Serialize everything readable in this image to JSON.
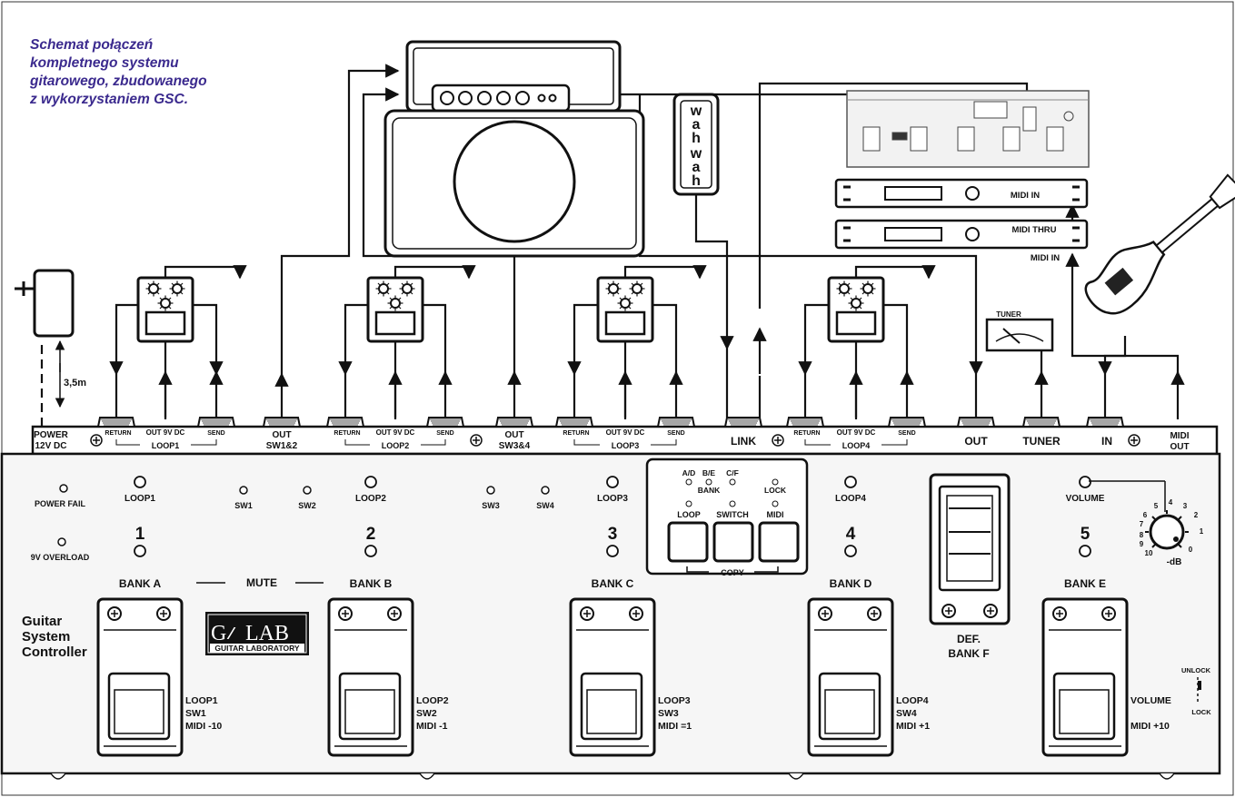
{
  "caption": [
    "Schemat połączeń",
    "kompletnego systemu",
    "gitarowego, zbudowanego",
    "z wykorzystaniem GSC."
  ],
  "colors": {
    "caption": "#3b2a8e",
    "line": "#111111",
    "panel": "#f6f6f6"
  },
  "icons": [
    "power-adapter-icon",
    "effect-pedal-icon",
    "amplifier-head-icon",
    "speaker-cabinet-icon",
    "wah-pedal-icon",
    "midi-controller-icon",
    "rack-unit-icon",
    "electric-guitar-icon",
    "tuner-icon",
    "volume-knob-icon",
    "footswitch-icon",
    "expression-pedal-icon"
  ],
  "labels": {
    "cable_length": "3,5m",
    "wah": [
      "w",
      "a",
      "h",
      "w",
      "a",
      "h"
    ],
    "tuner_device": "TUNER",
    "rack1_port": "MIDI IN",
    "rack2_thru": "MIDI THRU",
    "rack2_in": "MIDI IN"
  },
  "jacks": {
    "power": [
      "POWER",
      "12V DC"
    ],
    "return": "RETURN",
    "out9v": "OUT 9V DC",
    "send": "SEND",
    "loops": [
      "LOOP1",
      "LOOP2",
      "LOOP3",
      "LOOP4"
    ],
    "out12": [
      "OUT",
      "SW1&2"
    ],
    "out34": [
      "OUT",
      "SW3&4"
    ],
    "link": "LINK",
    "out": "OUT",
    "tuner": "TUNER",
    "in": "IN",
    "midi_out": [
      "MIDI",
      "OUT"
    ]
  },
  "panel": {
    "power_fail": "POWER FAIL",
    "overload": "9V OVERLOAD",
    "loop_leds": [
      "LOOP1",
      "LOOP2",
      "LOOP3",
      "LOOP4",
      "VOLUME"
    ],
    "sw_leds": [
      "SW1",
      "SW2",
      "SW3",
      "SW4"
    ],
    "numbers": [
      "1",
      "2",
      "3",
      "4",
      "5"
    ],
    "banks": [
      "BANK A",
      "BANK B",
      "BANK C",
      "BANK D",
      "BANK E"
    ],
    "mute": "MUTE",
    "control": {
      "ad": "A/D",
      "be": "B/E",
      "cf": "C/F",
      "bank": "BANK",
      "lock": "LOCK",
      "loop": "LOOP",
      "switch": "SWITCH",
      "midi": "MIDI",
      "copy": "COPY"
    },
    "volume_scale": [
      "5",
      "4",
      "3",
      "2",
      "6",
      "1",
      "7",
      "8",
      "9",
      "10",
      "0"
    ],
    "db": "-dB",
    "def_bank": [
      "DEF.",
      "BANK F"
    ],
    "brand": [
      "Guitar",
      "System",
      "Controller"
    ],
    "logo": [
      "G",
      "LAB",
      "GUITAR LABORATORY"
    ],
    "switch_labels": [
      [
        "LOOP1",
        "SW1",
        "MIDI -10"
      ],
      [
        "LOOP2",
        "SW2",
        "MIDI -1"
      ],
      [
        "LOOP3",
        "SW3",
        "MIDI =1"
      ],
      [
        "LOOP4",
        "SW4",
        "MIDI +1"
      ],
      [
        "VOLUME",
        "",
        "MIDI +10"
      ]
    ],
    "unlock": "UNLOCK",
    "lock": "LOCK"
  }
}
